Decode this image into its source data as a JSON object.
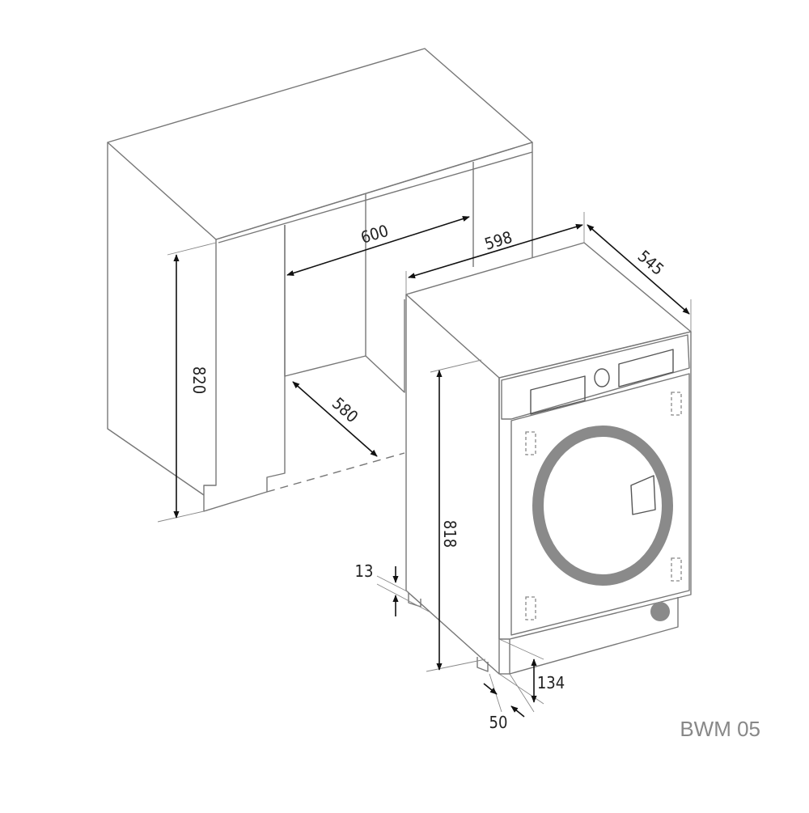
{
  "model_label": "BWM 05",
  "dimensions": {
    "niche_width": "600",
    "niche_height": "820",
    "niche_depth": "580",
    "machine_width": "598",
    "machine_depth": "545",
    "machine_height": "818",
    "foot_adjust": "13",
    "plinth_height": "134",
    "plinth_recess": "50"
  },
  "colors": {
    "outline": "#777777",
    "dimension": "#111111",
    "porthole_ring": "#8a8a8a",
    "model_text": "#888888"
  }
}
